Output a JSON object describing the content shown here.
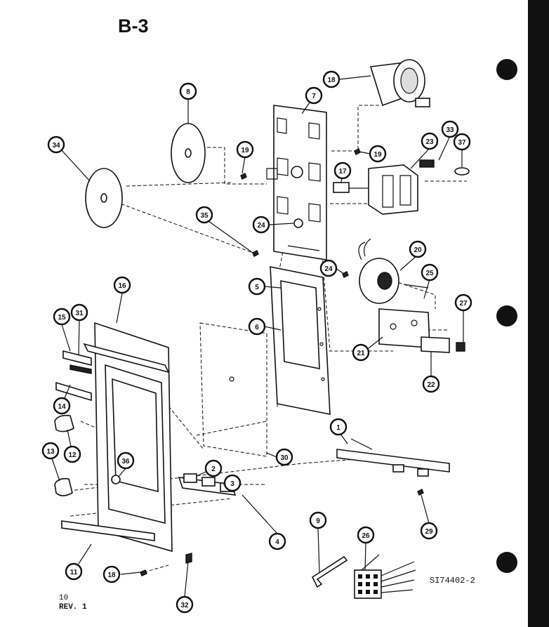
{
  "header": {
    "title": "B-3"
  },
  "footer": {
    "page_number": "10",
    "revision": "REV. 1",
    "drawing_code": "SI74402-2"
  },
  "callouts": {
    "c18a": "18",
    "c8": "8",
    "c7": "7",
    "c19a": "19",
    "c19b": "19",
    "c33": "33",
    "c23": "23",
    "c37": "37",
    "c34": "34",
    "c17": "17",
    "c35": "35",
    "c24a": "24",
    "c20": "20",
    "c24b": "24",
    "c5": "5",
    "c25": "25",
    "c16": "16",
    "c6": "6",
    "c27": "27",
    "c15": "15",
    "c31": "31",
    "c21": "21",
    "c22": "22",
    "c14": "14",
    "c12": "12",
    "c1": "1",
    "c36": "36",
    "c30": "30",
    "c13": "13",
    "c2": "2",
    "c3": "3",
    "c29": "29",
    "c4": "4",
    "c9": "9",
    "c26": "26",
    "c11": "11",
    "c18b": "18",
    "c32": "32"
  },
  "colors": {
    "ink": "#111111",
    "paper": "#ffffff"
  }
}
